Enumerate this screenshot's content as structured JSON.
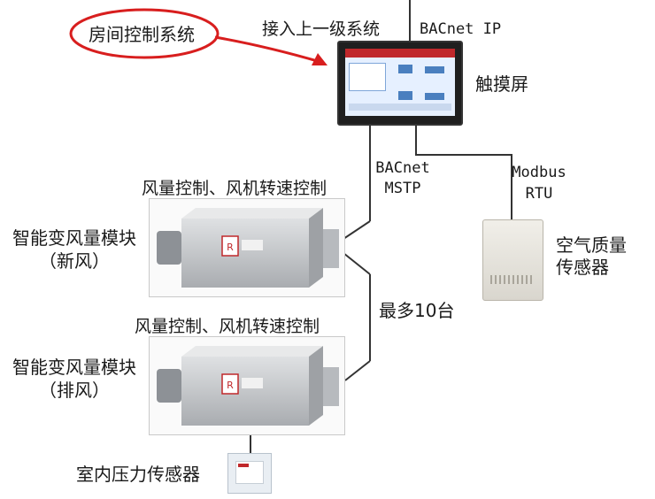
{
  "labels": {
    "room_control_system": "房间控制系统",
    "upper_system": "接入上一级系统",
    "bacnet_ip": "BACnet IP",
    "touch_screen": "触摸屏",
    "bacnet_mstp_line1": "BACnet",
    "bacnet_mstp_line2": "MSTP",
    "modbus_line1": "Modbus",
    "modbus_line2": "RTU",
    "airflow_fan_control_1": "风量控制、风机转速控制",
    "airflow_fan_control_2": "风量控制、风机转速控制",
    "module_fresh_line1": "智能变风量模块",
    "module_fresh_line2": "（新风）",
    "module_exhaust_line1": "智能变风量模块",
    "module_exhaust_line2": "（排风）",
    "max_units": "最多10台",
    "air_quality_line1": "空气质量",
    "air_quality_line2": "传感器",
    "room_pressure_sensor": "室内压力传感器"
  },
  "colors": {
    "highlight_ellipse": "#d81e1e",
    "wire": "#333333",
    "device_body": "#c8cacd",
    "screen_header": "#c0282b",
    "screen_body": "#e6f0ff"
  }
}
